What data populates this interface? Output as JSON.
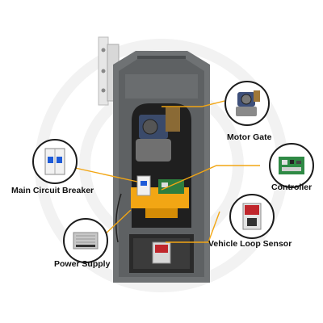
{
  "callouts": {
    "motor_gate": {
      "label": "Motor Gate",
      "icon": "motor-icon"
    },
    "controller": {
      "label": "Controller",
      "icon": "circuit-board-icon"
    },
    "main_circuit_breaker": {
      "label": "Main Circuit Breaker",
      "icon": "circuit-breaker-icon"
    },
    "vehicle_loop_sensor": {
      "label": "Vehicle Loop Sensor",
      "icon": "loop-detector-icon"
    },
    "power_supply": {
      "label": "Power Supply",
      "icon": "power-supply-icon"
    }
  },
  "colors": {
    "cabinet": "#6f7274",
    "cabinet_dark": "#4a4d4f",
    "accent_orange": "#f2a614",
    "leader_line": "#f2a614",
    "text": "#111111"
  }
}
